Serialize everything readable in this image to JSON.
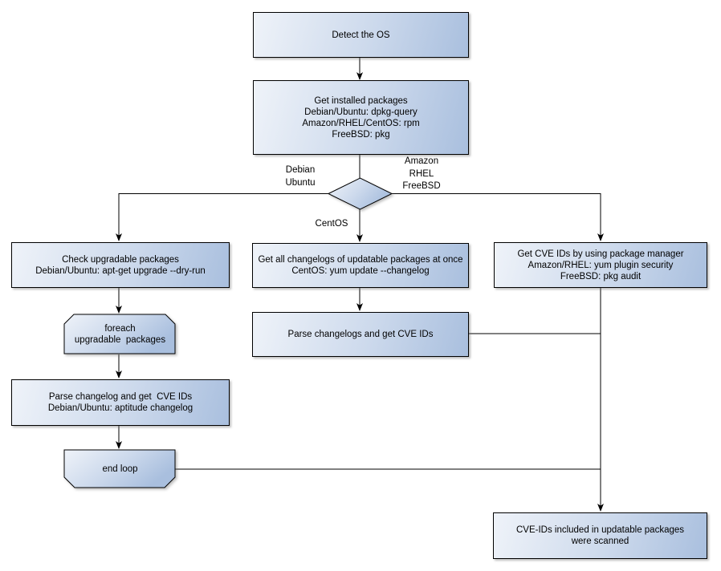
{
  "colors": {
    "node_fill_light": "#eff3f9",
    "node_fill_dark": "#a9bfde",
    "node_border": "#000000",
    "connector": "#000000",
    "background": "#ffffff"
  },
  "nodes": {
    "detect_os": {
      "text": "Detect the OS"
    },
    "get_installed": {
      "text": "Get installed packages\nDebian/Ubuntu: dpkg-query\nAmazon/RHEL/CentOS: rpm\nFreeBSD: pkg"
    },
    "check_upgradable": {
      "text": "Check upgradable packages\nDebian/Ubuntu: apt-get upgrade --dry-run"
    },
    "foreach_loop": {
      "text": "foreach\nupgradable  packages"
    },
    "parse_changelog_debian": {
      "text": "Parse changelog and get  CVE IDs\nDebian/Ubuntu: aptitude changelog"
    },
    "end_loop": {
      "text": "end loop"
    },
    "get_all_changelogs": {
      "text": "Get all changelogs of updatable packages at once\nCentOS: yum update --changelog"
    },
    "parse_changelogs_centos": {
      "text": "Parse changelogs and get CVE IDs"
    },
    "get_cve_ids_pkg_manager": {
      "text": "Get CVE IDs by using package manager\nAmazon/RHEL: yum plugin security\nFreeBSD: pkg audit"
    },
    "cve_scanned": {
      "text": "CVE-IDs included in updatable packages\nwere scanned"
    }
  },
  "edge_labels": {
    "debian_ubuntu": "Debian\nUbuntu",
    "amazon_rhel_freebsd": "Amazon\nRHEL\nFreeBSD",
    "centos": "CentOS"
  }
}
